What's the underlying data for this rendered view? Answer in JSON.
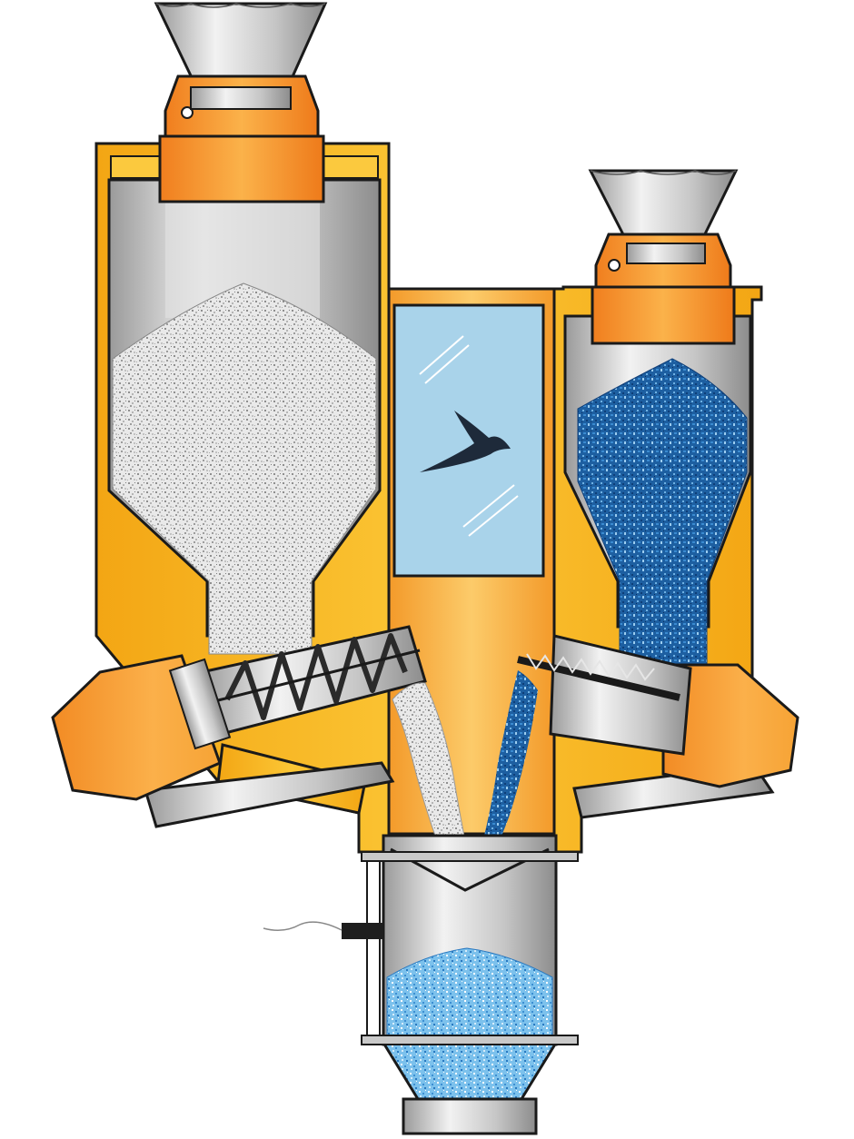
{
  "colors": {
    "housing_yellow": "#F7B817",
    "housing_orange": "#F08A22",
    "steel_light": "#E6E6E6",
    "steel_mid": "#B9B9B9",
    "steel_dark": "#7A7A7A",
    "natural_granules": "#D9D9D9",
    "color_granules": "#1F6FB4",
    "blended_granules": "#6BB6E6",
    "window_glass": "#A8D4EA",
    "outline": "#1A1A1A",
    "logo_dark": "#1E2A3A"
  },
  "icons": {
    "logo": "swallow-bird-icon"
  },
  "components": {
    "left_hopper_material": "natural-granules",
    "right_hopper_material": "masterbatch-granules",
    "mixing_chamber_material": "blended-granules"
  }
}
